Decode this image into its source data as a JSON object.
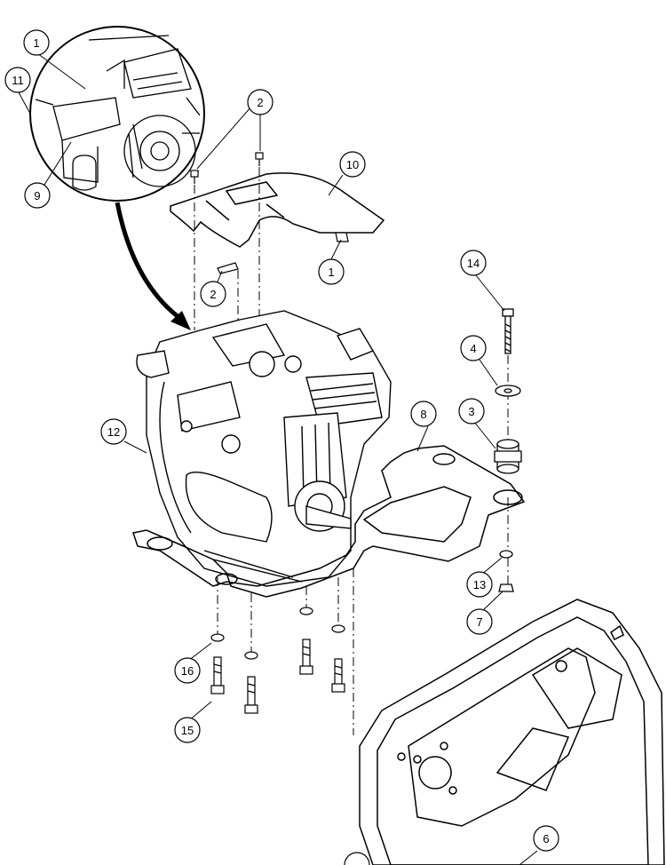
{
  "callouts": [
    {
      "id": "c1a",
      "label": "1"
    },
    {
      "id": "c11",
      "label": "11"
    },
    {
      "id": "c9",
      "label": "9"
    },
    {
      "id": "c2a",
      "label": "2"
    },
    {
      "id": "c10",
      "label": "10"
    },
    {
      "id": "c1b",
      "label": "1"
    },
    {
      "id": "c2b",
      "label": "2"
    },
    {
      "id": "c14",
      "label": "14"
    },
    {
      "id": "c4",
      "label": "4"
    },
    {
      "id": "c3",
      "label": "3"
    },
    {
      "id": "c8",
      "label": "8"
    },
    {
      "id": "c12",
      "label": "12"
    },
    {
      "id": "c13",
      "label": "13"
    },
    {
      "id": "c7",
      "label": "7"
    },
    {
      "id": "c16",
      "label": "16"
    },
    {
      "id": "c15",
      "label": "15"
    },
    {
      "id": "c6",
      "label": "6"
    }
  ]
}
